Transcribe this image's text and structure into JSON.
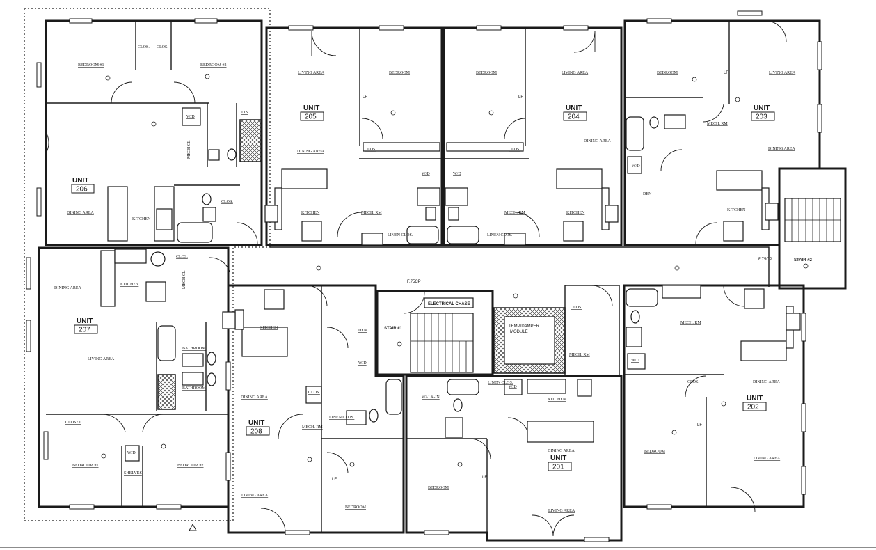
{
  "units": [
    {
      "id": "unit-206",
      "word": "UNIT",
      "number": "206"
    },
    {
      "id": "unit-205",
      "word": "UNIT",
      "number": "205"
    },
    {
      "id": "unit-204",
      "word": "UNIT",
      "number": "204"
    },
    {
      "id": "unit-203",
      "word": "UNIT",
      "number": "203"
    },
    {
      "id": "unit-207",
      "word": "UNIT",
      "number": "207"
    },
    {
      "id": "unit-208",
      "word": "UNIT",
      "number": "208"
    },
    {
      "id": "unit-201",
      "word": "UNIT",
      "number": "201"
    },
    {
      "id": "unit-202",
      "word": "UNIT",
      "number": "202"
    }
  ],
  "rooms": {
    "u206": [
      "BEDROOM #1",
      "BEDROOM #2",
      "CLOS.",
      "CLOS.",
      "LIN",
      "W/D",
      "MECH CL",
      "DINING AREA",
      "KITCHEN",
      "CLOS."
    ],
    "u205": [
      "LIVING AREA",
      "BEDROOM",
      "DINING AREA",
      "CLOS.",
      "W/D",
      "KITCHEN",
      "MECH. RM",
      "LINEN CLOS."
    ],
    "u204": [
      "BEDROOM",
      "LIVING AREA",
      "DINING AREA",
      "CLOS.",
      "W/D",
      "KITCHEN",
      "MECH. RM",
      "LINEN CLOS."
    ],
    "u203": [
      "BEDROOM",
      "LIVING AREA",
      "MECH. RM",
      "DINING AREA",
      "W/D",
      "DEN",
      "KITCHEN"
    ],
    "u207": [
      "DINING AREA",
      "KITCHEN",
      "CLOS.",
      "MECH CL",
      "LIVING AREA",
      "BATHROOM",
      "BATHROOM",
      "CLOSET",
      "BEDROOM #1",
      "BEDROOM #2",
      "W/D",
      "SHELVES"
    ],
    "u208": [
      "KITCHEN",
      "DEN",
      "W/D",
      "DINING AREA",
      "CLOS.",
      "MECH. RM",
      "LINEN CLOS.",
      "LIVING AREA",
      "BEDROOM"
    ],
    "u201": [
      "WALK-IN",
      "LINEN CLOS.",
      "W/D",
      "KITCHEN",
      "BEDROOM",
      "DINING AREA",
      "LIVING AREA"
    ],
    "u202": [
      "MECH. RM",
      "W/D",
      "CLOS.",
      "DINING AREA",
      "BEDROOM",
      "LIVING AREA"
    ],
    "core": [
      "CLOS.",
      "MECH. RM"
    ]
  },
  "core": {
    "stair1": "STAIR #1",
    "stair2": "STAIR #2",
    "electrical_chase": "ELECTRICAL CHASE",
    "fp_top": "F.75CP",
    "fp_right": "F.75CP",
    "temp_damper": "TEMP/DAMPER",
    "module": "MODULE"
  },
  "icons": {
    "marker": "smoke-detector-icon",
    "revision": "revision-triangle-icon",
    "lf": "LF"
  }
}
